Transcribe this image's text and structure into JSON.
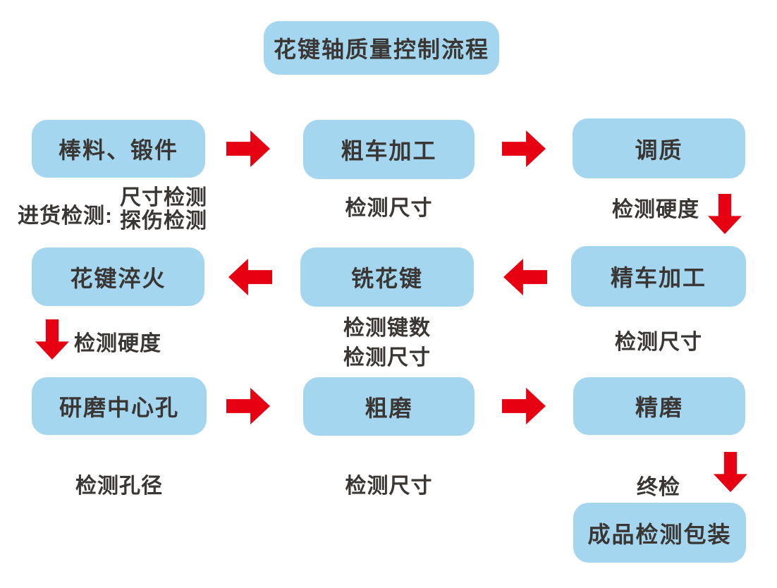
{
  "title": "花键轴质量控制流程",
  "colors": {
    "box": "#A5D6EF",
    "arrow": "#E60012",
    "text": "#3A3633"
  },
  "nodes": {
    "raw": "棒料、锻件",
    "rough_turning": "粗车加工",
    "quench_temper": "调质",
    "spline_quench": "花键淬火",
    "spline_mill": "铣花键",
    "finish_turning": "精车加工",
    "center_hole": "研磨中心孔",
    "rough_grind": "粗磨",
    "finish_grind": "精磨",
    "final_pack": "成品检测包装"
  },
  "checks": {
    "incoming_prefix": "进货检测:",
    "incoming_dim": "尺寸检测",
    "incoming_flaw": "探伤检测",
    "after_rough_turning": "检测尺寸",
    "after_quench_temper": "检测硬度",
    "after_spline_quench": "检测硬度",
    "after_spline_mill_1": "检测键数",
    "after_spline_mill_2": "检测尺寸",
    "after_finish_turning": "检测尺寸",
    "after_center_hole": "检测孔径",
    "after_rough_grind": "检测尺寸",
    "after_finish_grind": "终检"
  }
}
